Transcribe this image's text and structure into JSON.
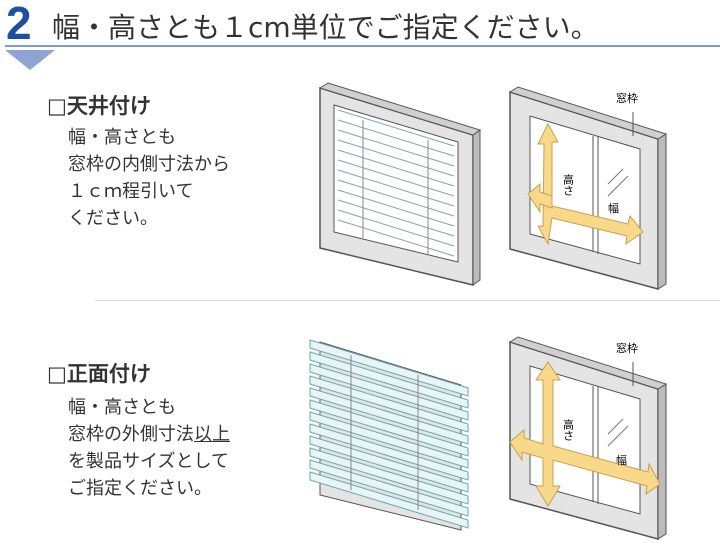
{
  "header": {
    "number": "2",
    "title": "幅・高さとも１cm単位でご指定ください。"
  },
  "sections": [
    {
      "heading": "□天井付け",
      "lines": [
        "幅・高さとも",
        "窓枠の内側寸法から",
        "１ｃｍ程引いて",
        "ください。"
      ]
    },
    {
      "heading": "□正面付け",
      "lines": [
        "幅・高さとも"
      ],
      "line2_pre": "窓枠の外側寸法",
      "line2_u": "以上",
      "lines_after": [
        "を製品サイズとして",
        "ご指定ください。"
      ]
    }
  ],
  "diagram": {
    "frame_label": "窓枠",
    "height_label": "高さ",
    "width_label": "幅"
  },
  "colors": {
    "accent": "#1e4fa0",
    "rule": "#7e9cd0",
    "arrow": "#f8d98a"
  }
}
